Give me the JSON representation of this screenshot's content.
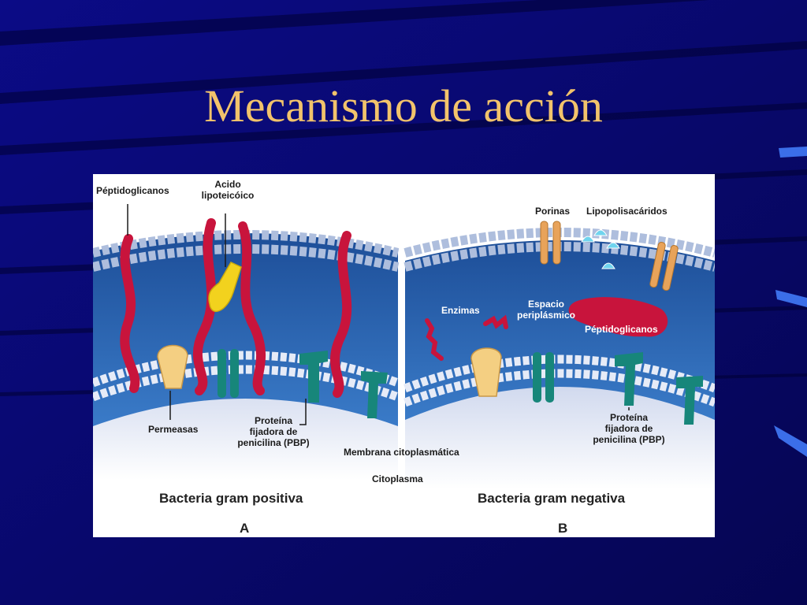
{
  "slide": {
    "title": "Mecanismo de acción",
    "colors": {
      "background": "#0a0a6e",
      "title": "#f2c36b"
    }
  },
  "figure": {
    "panel_a": {
      "labels": {
        "peptidoglicanos": "Péptidoglicanos",
        "acido_lipoteicoico": [
          "Acido",
          "lipoteicóico"
        ],
        "permeasas": "Permeasas",
        "proteina_pbp": [
          "Proteína",
          "fijadora de",
          "penicilina (PBP)"
        ]
      },
      "caption": "Bacteria gram positiva",
      "letter": "A"
    },
    "shared": {
      "membrana": "Membrana citoplasmática",
      "citoplasma": "Citoplasma"
    },
    "panel_b": {
      "labels": {
        "porinas": "Porinas",
        "lipopolisacaridos": "Lipopolisacáridos",
        "enzimas": "Enzimas",
        "espacio_periplasmico": [
          "Espacio",
          "periplásmico"
        ],
        "peptidoglicanos": "Péptidoglicanos",
        "proteina_pbp": [
          "Proteína",
          "fijadora de",
          "penicilina (PBP)"
        ]
      },
      "caption": "Bacteria gram negativa",
      "letter": "B"
    },
    "colors": {
      "peptidoglycan": "#c8143c",
      "lipoteichoic": "#f2d21e",
      "permease": "#f4cf82",
      "pbp": "#17867a",
      "porin": "#e8a35a",
      "lps": "#6fd4ee",
      "periplasm": "#2a64b0",
      "phospholipid_head": "#aebedd"
    }
  }
}
